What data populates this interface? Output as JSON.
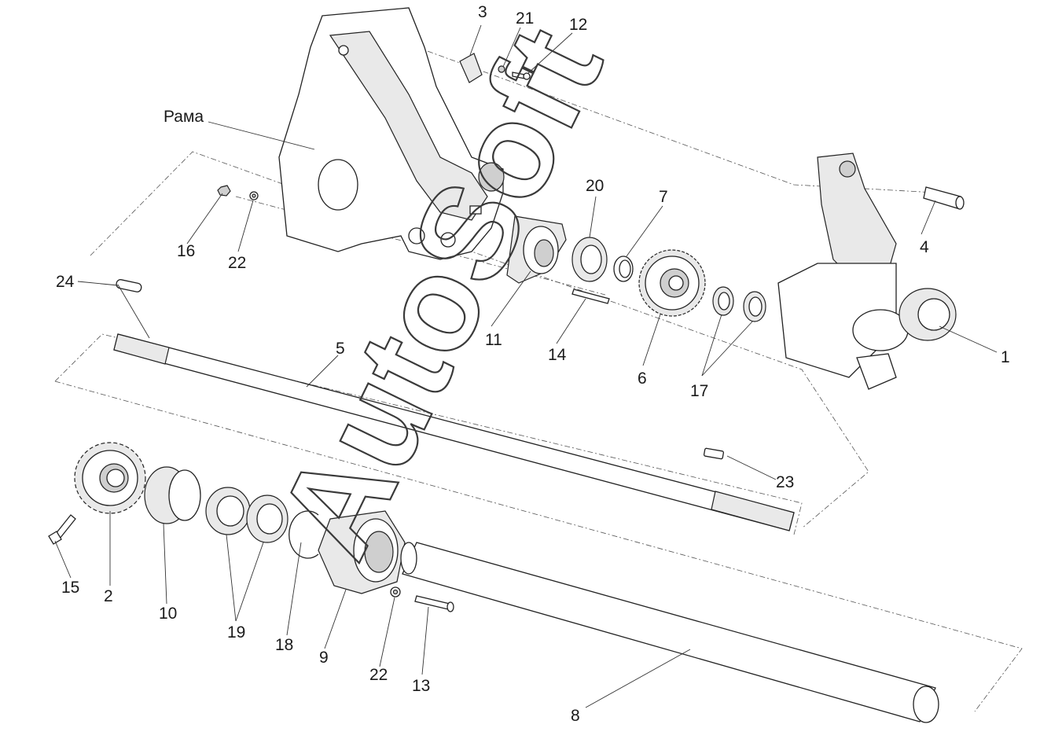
{
  "frame_label": "Рама",
  "watermark": "AutoSoft",
  "part_labels": {
    "p1": "1",
    "p2": "2",
    "p3": "3",
    "p4": "4",
    "p5": "5",
    "p6": "6",
    "p7": "7",
    "p8": "8",
    "p9": "9",
    "p10": "10",
    "p11": "11",
    "p12": "12",
    "p13": "13",
    "p14": "14",
    "p15": "15",
    "p16": "16",
    "p17": "17",
    "p18": "18",
    "p19": "19",
    "p20": "20",
    "p21": "21",
    "p22a": "22",
    "p22b": "22",
    "p23": "23",
    "p24": "24"
  }
}
